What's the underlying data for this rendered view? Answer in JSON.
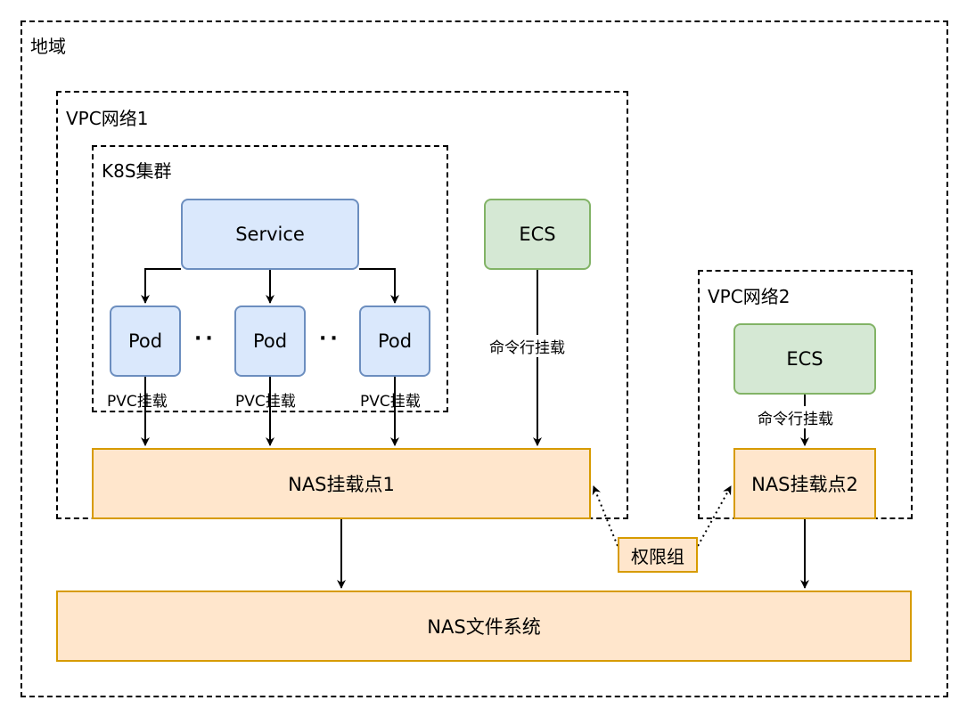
{
  "region": {
    "label": "地域"
  },
  "vpc1": {
    "label": "VPC网络1"
  },
  "vpc2": {
    "label": "VPC网络2"
  },
  "k8s": {
    "label": "K8S集群"
  },
  "service": {
    "label": "Service"
  },
  "pods": [
    {
      "label": "Pod",
      "mount_label": "PVC挂载"
    },
    {
      "label": "Pod",
      "mount_label": "PVC挂载"
    },
    {
      "label": "Pod",
      "mount_label": "PVC挂载"
    }
  ],
  "ellipsis": "··",
  "ecs1": {
    "label": "ECS",
    "mount_label": "命令行挂载"
  },
  "ecs2": {
    "label": "ECS",
    "mount_label": "命令行挂载"
  },
  "nas_mount1": {
    "label": "NAS挂载点1"
  },
  "nas_mount2": {
    "label": "NAS挂载点2"
  },
  "permission_group": {
    "label": "权限组"
  },
  "nas_fs": {
    "label": "NAS文件系统"
  },
  "colors": {
    "blue_fill": "#dae8fc",
    "blue_stroke": "#6c8ebf",
    "green_fill": "#d5e8d4",
    "green_stroke": "#82b366",
    "orange_fill": "#ffe6cc",
    "orange_stroke": "#d79b00"
  }
}
